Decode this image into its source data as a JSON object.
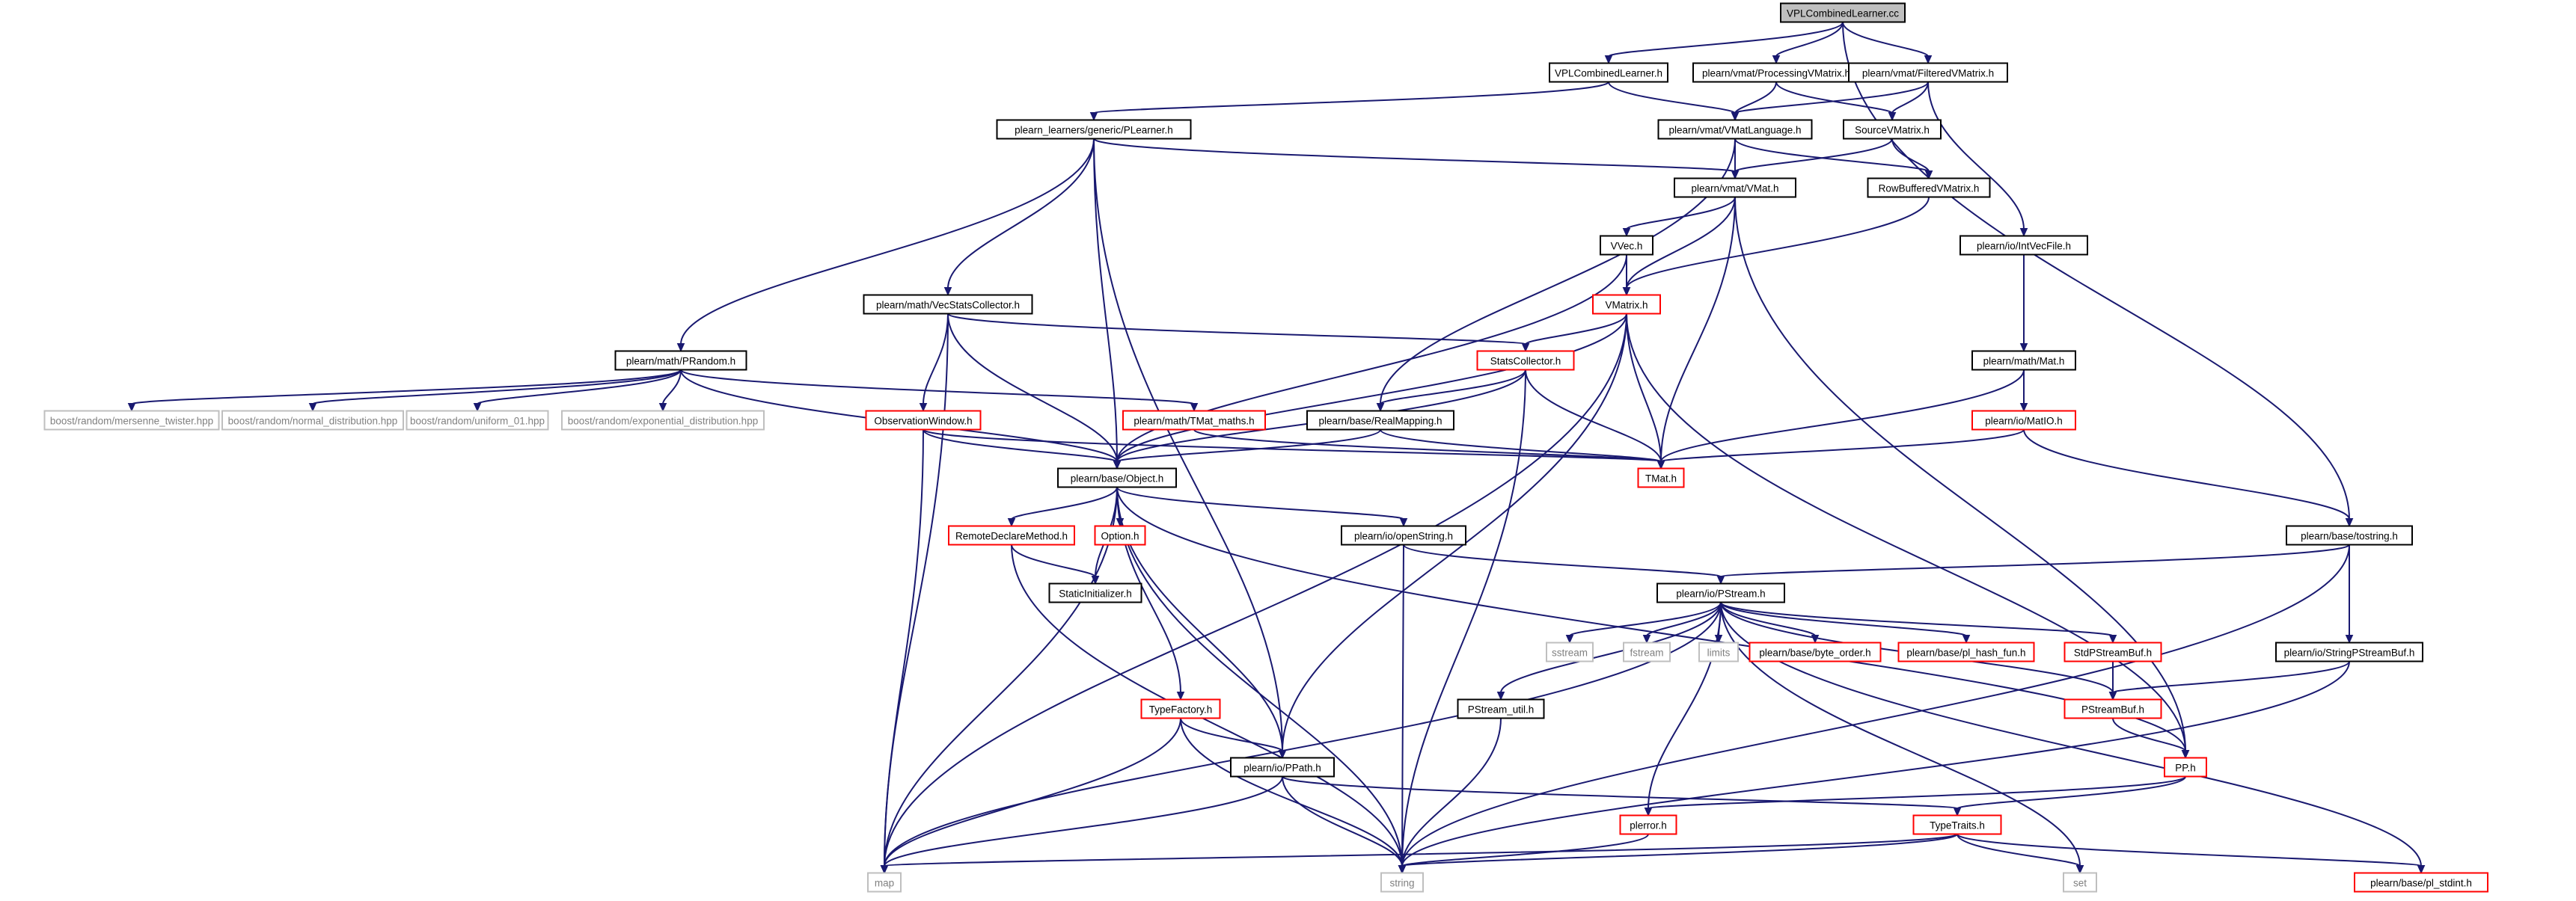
{
  "colors": {
    "edge": "#191970",
    "normal_border": "#000000",
    "incomplete_border": "#ff0000",
    "external_border": "#bfbfbf",
    "root_fill": "#bfbfbf",
    "node_fill": "#ffffff",
    "external_text": "#808080",
    "text": "#000000"
  },
  "nodes": [
    {
      "id": "n_root",
      "label": "VPLCombinedLearner.cc",
      "kind": "root"
    },
    {
      "id": "n_vplh",
      "label": "VPLCombinedLearner.h",
      "kind": "normal"
    },
    {
      "id": "n_procvm",
      "label": "plearn/vmat/ProcessingVMatrix.h",
      "kind": "normal"
    },
    {
      "id": "n_filtvm",
      "label": "plearn/vmat/FilteredVMatrix.h",
      "kind": "normal"
    },
    {
      "id": "n_plearner",
      "label": "plearn_learners/generic/PLearner.h",
      "kind": "normal"
    },
    {
      "id": "n_vmatlang",
      "label": "plearn/vmat/VMatLanguage.h",
      "kind": "normal"
    },
    {
      "id": "n_srcvm",
      "label": "SourceVMatrix.h",
      "kind": "normal"
    },
    {
      "id": "n_vmat",
      "label": "plearn/vmat/VMat.h",
      "kind": "normal"
    },
    {
      "id": "n_rowbuf",
      "label": "RowBufferedVMatrix.h",
      "kind": "normal"
    },
    {
      "id": "n_intvec",
      "label": "plearn/io/IntVecFile.h",
      "kind": "normal"
    },
    {
      "id": "n_vvec",
      "label": "VVec.h",
      "kind": "normal"
    },
    {
      "id": "n_vmatrix",
      "label": "VMatrix.h",
      "kind": "incomplete"
    },
    {
      "id": "n_vecstats",
      "label": "plearn/math/VecStatsCollector.h",
      "kind": "normal"
    },
    {
      "id": "n_prandom",
      "label": "plearn/math/PRandom.h",
      "kind": "normal"
    },
    {
      "id": "n_stats",
      "label": "StatsCollector.h",
      "kind": "incomplete"
    },
    {
      "id": "n_mathmat",
      "label": "plearn/math/Mat.h",
      "kind": "normal"
    },
    {
      "id": "n_mersenne",
      "label": "boost/random/mersenne_twister.hpp",
      "kind": "external"
    },
    {
      "id": "n_normdist",
      "label": "boost/random/normal_distribution.hpp",
      "kind": "external"
    },
    {
      "id": "n_unif01",
      "label": "boost/random/uniform_01.hpp",
      "kind": "external"
    },
    {
      "id": "n_expdist",
      "label": "boost/random/exponential_distribution.hpp",
      "kind": "external"
    },
    {
      "id": "n_obswin",
      "label": "ObservationWindow.h",
      "kind": "incomplete"
    },
    {
      "id": "n_tmatmaths",
      "label": "plearn/math/TMat_maths.h",
      "kind": "incomplete"
    },
    {
      "id": "n_realmap",
      "label": "plearn/base/RealMapping.h",
      "kind": "normal"
    },
    {
      "id": "n_matio",
      "label": "plearn/io/MatIO.h",
      "kind": "incomplete"
    },
    {
      "id": "n_object",
      "label": "plearn/base/Object.h",
      "kind": "normal"
    },
    {
      "id": "n_tmat",
      "label": "TMat.h",
      "kind": "incomplete"
    },
    {
      "id": "n_tostring",
      "label": "plearn/base/tostring.h",
      "kind": "normal"
    },
    {
      "id": "n_remote",
      "label": "RemoteDeclareMethod.h",
      "kind": "incomplete"
    },
    {
      "id": "n_option",
      "label": "Option.h",
      "kind": "incomplete"
    },
    {
      "id": "n_openstr",
      "label": "plearn/io/openString.h",
      "kind": "normal"
    },
    {
      "id": "n_staticinit",
      "label": "StaticInitializer.h",
      "kind": "normal"
    },
    {
      "id": "n_pstream",
      "label": "plearn/io/PStream.h",
      "kind": "normal"
    },
    {
      "id": "n_sstream",
      "label": "sstream",
      "kind": "external"
    },
    {
      "id": "n_fstream",
      "label": "fstream",
      "kind": "external"
    },
    {
      "id": "n_limits",
      "label": "limits",
      "kind": "external"
    },
    {
      "id": "n_byteorder",
      "label": "plearn/base/byte_order.h",
      "kind": "incomplete"
    },
    {
      "id": "n_hashfun",
      "label": "plearn/base/pl_hash_fun.h",
      "kind": "incomplete"
    },
    {
      "id": "n_stdpsb",
      "label": "StdPStreamBuf.h",
      "kind": "incomplete"
    },
    {
      "id": "n_strpsb",
      "label": "plearn/io/StringPStreamBuf.h",
      "kind": "normal"
    },
    {
      "id": "n_psutil",
      "label": "PStream_util.h",
      "kind": "normal"
    },
    {
      "id": "n_psbuf",
      "label": "PStreamBuf.h",
      "kind": "incomplete"
    },
    {
      "id": "n_typefac",
      "label": "TypeFactory.h",
      "kind": "incomplete"
    },
    {
      "id": "n_ppath",
      "label": "plearn/io/PPath.h",
      "kind": "normal"
    },
    {
      "id": "n_pp",
      "label": "PP.h",
      "kind": "incomplete"
    },
    {
      "id": "n_plerror",
      "label": "plerror.h",
      "kind": "incomplete"
    },
    {
      "id": "n_typetraits",
      "label": "TypeTraits.h",
      "kind": "incomplete"
    },
    {
      "id": "n_map",
      "label": "map",
      "kind": "external"
    },
    {
      "id": "n_string",
      "label": "string",
      "kind": "external"
    },
    {
      "id": "n_set",
      "label": "set",
      "kind": "external"
    },
    {
      "id": "n_plstdint",
      "label": "plearn/base/pl_stdint.h",
      "kind": "incomplete"
    }
  ],
  "edges": [
    [
      "n_root",
      "n_vplh"
    ],
    [
      "n_root",
      "n_procvm"
    ],
    [
      "n_root",
      "n_filtvm"
    ],
    [
      "n_root",
      "n_tostring"
    ],
    [
      "n_vplh",
      "n_plearner"
    ],
    [
      "n_vplh",
      "n_vmatlang"
    ],
    [
      "n_procvm",
      "n_vmatlang"
    ],
    [
      "n_procvm",
      "n_srcvm"
    ],
    [
      "n_filtvm",
      "n_vmatlang"
    ],
    [
      "n_filtvm",
      "n_srcvm"
    ],
    [
      "n_filtvm",
      "n_intvec"
    ],
    [
      "n_plearner",
      "n_vmat"
    ],
    [
      "n_plearner",
      "n_vecstats"
    ],
    [
      "n_plearner",
      "n_prandom"
    ],
    [
      "n_plearner",
      "n_object"
    ],
    [
      "n_plearner",
      "n_ppath"
    ],
    [
      "n_vmatlang",
      "n_vmat"
    ],
    [
      "n_vmatlang",
      "n_rowbuf"
    ],
    [
      "n_vmatlang",
      "n_realmap"
    ],
    [
      "n_srcvm",
      "n_vmat"
    ],
    [
      "n_srcvm",
      "n_rowbuf"
    ],
    [
      "n_rowbuf",
      "n_vmatrix"
    ],
    [
      "n_vmat",
      "n_vvec"
    ],
    [
      "n_vmat",
      "n_vmatrix"
    ],
    [
      "n_vmat",
      "n_tmat"
    ],
    [
      "n_vmat",
      "n_pp"
    ],
    [
      "n_intvec",
      "n_mathmat"
    ],
    [
      "n_vvec",
      "n_vmatrix"
    ],
    [
      "n_vvec",
      "n_object"
    ],
    [
      "n_vmatrix",
      "n_stats"
    ],
    [
      "n_vmatrix",
      "n_tmat"
    ],
    [
      "n_vmatrix",
      "n_object"
    ],
    [
      "n_vmatrix",
      "n_map"
    ],
    [
      "n_vmatrix",
      "n_ppath"
    ],
    [
      "n_vmatrix",
      "n_pp"
    ],
    [
      "n_vecstats",
      "n_stats"
    ],
    [
      "n_vecstats",
      "n_obswin"
    ],
    [
      "n_vecstats",
      "n_object"
    ],
    [
      "n_vecstats",
      "n_map"
    ],
    [
      "n_prandom",
      "n_mersenne"
    ],
    [
      "n_prandom",
      "n_normdist"
    ],
    [
      "n_prandom",
      "n_unif01"
    ],
    [
      "n_prandom",
      "n_expdist"
    ],
    [
      "n_prandom",
      "n_tmatmaths"
    ],
    [
      "n_prandom",
      "n_object"
    ],
    [
      "n_stats",
      "n_realmap"
    ],
    [
      "n_stats",
      "n_tmat"
    ],
    [
      "n_stats",
      "n_object"
    ],
    [
      "n_stats",
      "n_string"
    ],
    [
      "n_mathmat",
      "n_tmat"
    ],
    [
      "n_mathmat",
      "n_matio"
    ],
    [
      "n_obswin",
      "n_object"
    ],
    [
      "n_obswin",
      "n_tmat"
    ],
    [
      "n_obswin",
      "n_map"
    ],
    [
      "n_tmatmaths",
      "n_tmat"
    ],
    [
      "n_realmap",
      "n_object"
    ],
    [
      "n_realmap",
      "n_tmat"
    ],
    [
      "n_matio",
      "n_tmat"
    ],
    [
      "n_matio",
      "n_tostring"
    ],
    [
      "n_object",
      "n_remote"
    ],
    [
      "n_object",
      "n_option"
    ],
    [
      "n_object",
      "n_openstr"
    ],
    [
      "n_object",
      "n_staticinit"
    ],
    [
      "n_object",
      "n_typefac"
    ],
    [
      "n_object",
      "n_ppath"
    ],
    [
      "n_object",
      "n_map"
    ],
    [
      "n_object",
      "n_string"
    ],
    [
      "n_object",
      "n_pp"
    ],
    [
      "n_remote",
      "n_staticinit"
    ],
    [
      "n_remote",
      "n_string"
    ],
    [
      "n_openstr",
      "n_pstream"
    ],
    [
      "n_openstr",
      "n_string"
    ],
    [
      "n_tostring",
      "n_pstream"
    ],
    [
      "n_tostring",
      "n_strpsb"
    ],
    [
      "n_tostring",
      "n_string"
    ],
    [
      "n_pstream",
      "n_sstream"
    ],
    [
      "n_pstream",
      "n_fstream"
    ],
    [
      "n_pstream",
      "n_limits"
    ],
    [
      "n_pstream",
      "n_byteorder"
    ],
    [
      "n_pstream",
      "n_hashfun"
    ],
    [
      "n_pstream",
      "n_stdpsb"
    ],
    [
      "n_pstream",
      "n_psutil"
    ],
    [
      "n_pstream",
      "n_psbuf"
    ],
    [
      "n_pstream",
      "n_map"
    ],
    [
      "n_pstream",
      "n_plerror"
    ],
    [
      "n_pstream",
      "n_set"
    ],
    [
      "n_pstream",
      "n_plstdint"
    ],
    [
      "n_stdpsb",
      "n_psbuf"
    ],
    [
      "n_strpsb",
      "n_psbuf"
    ],
    [
      "n_strpsb",
      "n_string"
    ],
    [
      "n_psbuf",
      "n_pp"
    ],
    [
      "n_psutil",
      "n_string"
    ],
    [
      "n_typefac",
      "n_ppath"
    ],
    [
      "n_typefac",
      "n_map"
    ],
    [
      "n_typefac",
      "n_string"
    ],
    [
      "n_ppath",
      "n_typetraits"
    ],
    [
      "n_ppath",
      "n_map"
    ],
    [
      "n_ppath",
      "n_string"
    ],
    [
      "n_pp",
      "n_plerror"
    ],
    [
      "n_pp",
      "n_typetraits"
    ],
    [
      "n_plerror",
      "n_string"
    ],
    [
      "n_typetraits",
      "n_map"
    ],
    [
      "n_typetraits",
      "n_string"
    ],
    [
      "n_typetraits",
      "n_set"
    ],
    [
      "n_typetraits",
      "n_plstdint"
    ]
  ]
}
